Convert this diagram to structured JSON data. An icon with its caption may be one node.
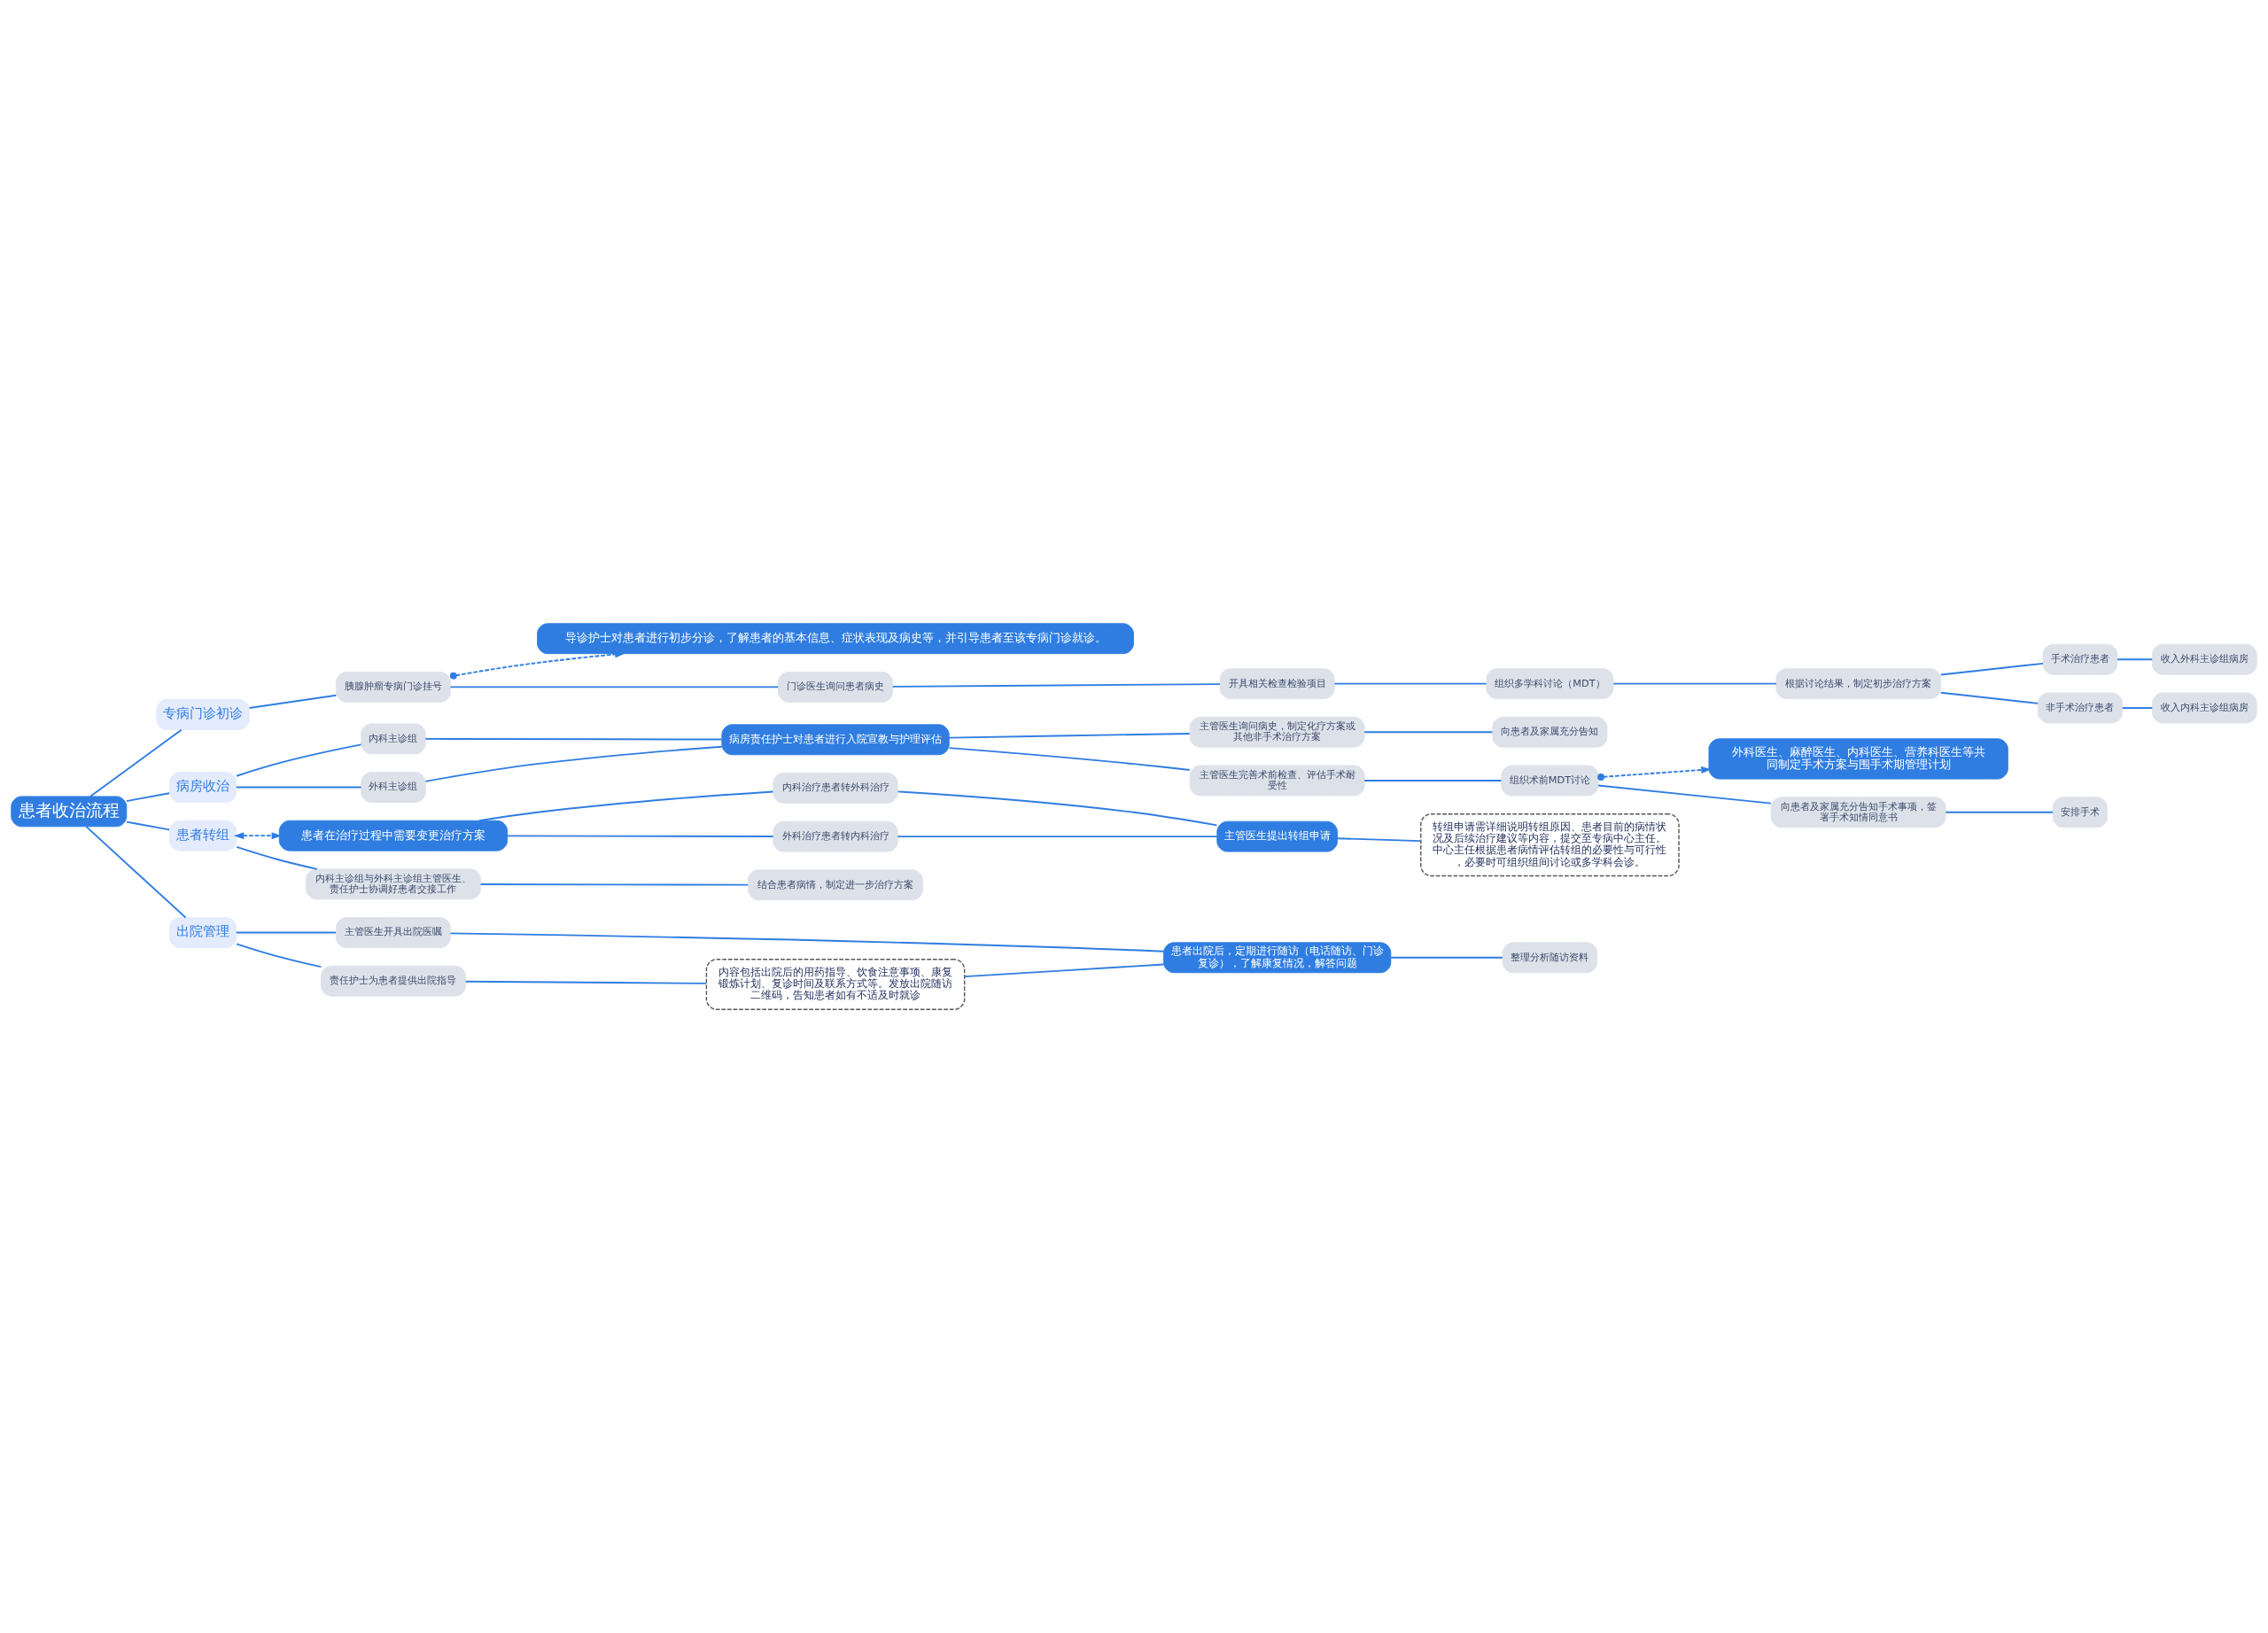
{
  "diagram": {
    "nodes": [
      {
        "text": [
          "患者收治流程"
        ]
      },
      {
        "text": [
          "专病门诊初诊"
        ]
      },
      {
        "text": [
          "导诊护士对患者进行初步分诊，了解患者的基本信息、症状表现及病史等，并引导患者至该专病门诊就诊。"
        ]
      },
      {
        "text": [
          "胰腺肿瘤专病门诊挂号"
        ]
      },
      {
        "text": [
          "门诊医生询问患者病史"
        ]
      },
      {
        "text": [
          "开具相关检查检验项目"
        ]
      },
      {
        "text": [
          "组织多学科讨论（MDT）"
        ]
      },
      {
        "text": [
          "根据讨论结果，制定初步治疗方案"
        ]
      },
      {
        "text": [
          "手术治疗患者"
        ]
      },
      {
        "text": [
          "收入外科主诊组病房"
        ]
      },
      {
        "text": [
          "非手术治疗患者"
        ]
      },
      {
        "text": [
          "收入内科主诊组病房"
        ]
      },
      {
        "text": [
          "病房收治"
        ]
      },
      {
        "text": [
          "内科主诊组"
        ]
      },
      {
        "text": [
          "外科主诊组"
        ]
      },
      {
        "text": [
          "病房责任护士对患者进行入院宣教与护理评估"
        ]
      },
      {
        "text": [
          "主管医生询问病史，制定化疗方案或其他非手术治疗方案"
        ]
      },
      {
        "text": [
          "向患者及家属充分告知"
        ]
      },
      {
        "text": [
          "外科医生、麻醉医生、内科医生、营养科医生等共同制定手术方案与围手术期管理计划"
        ]
      },
      {
        "text": [
          "主管医生完善术前检查、评估手术耐受性"
        ]
      },
      {
        "text": [
          "组织术前MDT讨论"
        ]
      },
      {
        "text": [
          "向患者及家属充分告知手术事项，签署手术知情同意书"
        ]
      },
      {
        "text": [
          "安排手术"
        ]
      },
      {
        "text": [
          "患者在治疗过程中需要变更治疗方案"
        ]
      },
      {
        "text": [
          "内科治疗患者转外科治疗"
        ]
      },
      {
        "text": [
          "外科治疗患者转内科治疗"
        ]
      },
      {
        "text": [
          "主管医生提出转组申请"
        ]
      },
      {
        "text": [
          "转组申请需详细说明转组原因、患者目前的病情状况及后续治疗建议等内容，提交至专病中心主任。中心主任根据患者病情评估转组的必要性与可行性，必要时可组织组间讨论或多学科会诊。"
        ]
      },
      {
        "text": [
          "患者转组"
        ]
      },
      {
        "text": [
          "内科主诊组与外科主诊组主管医生、责任护士协调好患者交接工作"
        ]
      },
      {
        "text": [
          "结合患者病情，制定进一步治疗方案"
        ]
      },
      {
        "text": [
          "出院管理"
        ]
      },
      {
        "text": [
          "主管医生开具出院医嘱"
        ]
      },
      {
        "text": [
          "责任护士为患者提供出院指导"
        ]
      },
      {
        "text": [
          "内容包括出院后的用药指导、饮食注意事项、康复锻炼计划、复诊时间及联系方式等。发放出院随访二维码，告知患者如有不适及时就诊"
        ]
      },
      {
        "text": [
          "患者出院后，定期进行随访（电话随访、门诊复诊），了解康复情况，解答问题"
        ]
      },
      {
        "text": [
          "整理分析随访资料"
        ]
      }
    ],
    "edges": [
      {
        "from": 0,
        "to": 1,
        "arrow": "none"
      },
      {
        "from": 0,
        "to": 12,
        "arrow": "none"
      },
      {
        "from": 0,
        "to": 28,
        "arrow": "none"
      },
      {
        "from": 0,
        "to": 31,
        "arrow": "none"
      },
      {
        "from": 1,
        "to": 3,
        "arrow": "none"
      },
      {
        "from": 3,
        "to": 2,
        "arrow": "to",
        "style": "dashed"
      },
      {
        "from": 3,
        "to": 4,
        "arrow": "none"
      },
      {
        "from": 4,
        "to": 5,
        "arrow": "none"
      },
      {
        "from": 5,
        "to": 6,
        "arrow": "none"
      },
      {
        "from": 6,
        "to": 7,
        "arrow": "none"
      },
      {
        "from": 7,
        "to": 8,
        "arrow": "none"
      },
      {
        "from": 7,
        "to": 10,
        "arrow": "none"
      },
      {
        "from": 8,
        "to": 9,
        "arrow": "none"
      },
      {
        "from": 10,
        "to": 11,
        "arrow": "none"
      },
      {
        "from": 12,
        "to": 13,
        "arrow": "none"
      },
      {
        "from": 12,
        "to": 14,
        "arrow": "none"
      },
      {
        "from": 13,
        "to": 15,
        "arrow": "none"
      },
      {
        "from": 14,
        "to": 15,
        "arrow": "none"
      },
      {
        "from": 15,
        "to": 16,
        "arrow": "none"
      },
      {
        "from": 15,
        "to": 19,
        "arrow": "none"
      },
      {
        "from": 16,
        "to": 17,
        "arrow": "none"
      },
      {
        "from": 19,
        "to": 20,
        "arrow": "none"
      },
      {
        "from": 20,
        "to": 18,
        "arrow": "to",
        "style": "dashed"
      },
      {
        "from": 20,
        "to": 21,
        "arrow": "none"
      },
      {
        "from": 21,
        "to": 22,
        "arrow": "none"
      },
      {
        "from": 28,
        "to": 23,
        "arrow": "both",
        "style": "dashed"
      },
      {
        "from": 23,
        "to": 24,
        "arrow": "none"
      },
      {
        "from": 23,
        "to": 25,
        "arrow": "none"
      },
      {
        "from": 24,
        "to": 26,
        "arrow": "none"
      },
      {
        "from": 25,
        "to": 26,
        "arrow": "none"
      },
      {
        "from": 26,
        "to": 27,
        "arrow": "none"
      },
      {
        "from": 28,
        "to": 29,
        "arrow": "none"
      },
      {
        "from": 29,
        "to": 30,
        "arrow": "none"
      },
      {
        "from": 31,
        "to": 32,
        "arrow": "none"
      },
      {
        "from": 31,
        "to": 33,
        "arrow": "none"
      },
      {
        "from": 33,
        "to": 34,
        "arrow": "none"
      },
      {
        "from": 32,
        "to": 35,
        "arrow": "none"
      },
      {
        "from": 34,
        "to": 35,
        "arrow": "none"
      },
      {
        "from": 35,
        "to": 36,
        "arrow": "none"
      }
    ]
  }
}
